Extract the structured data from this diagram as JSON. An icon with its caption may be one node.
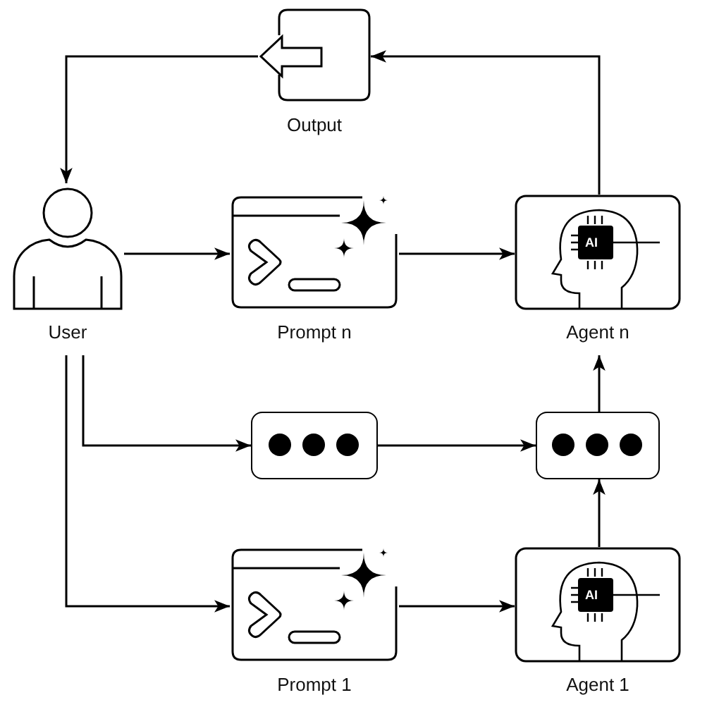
{
  "diagram": {
    "nodes": [
      {
        "text": [
          "Output"
        ]
      },
      {
        "text": [
          "User"
        ]
      },
      {
        "text": [
          "Prompt n"
        ]
      },
      {
        "text": [
          "Agent n"
        ]
      },
      {
        "text": [],
        "shape": "box"
      },
      {
        "text": [],
        "shape": "box"
      },
      {
        "text": [
          "Prompt 1"
        ]
      },
      {
        "text": [
          "Agent 1"
        ]
      }
    ],
    "edges": [
      {
        "from": 0,
        "to": 1,
        "arrow": "to"
      },
      {
        "from": 1,
        "to": 2,
        "arrow": "to"
      },
      {
        "from": 2,
        "to": 3,
        "arrow": "to"
      },
      {
        "from": 3,
        "to": 0,
        "arrow": "to"
      },
      {
        "from": 1,
        "to": 4,
        "arrow": "to"
      },
      {
        "from": 1,
        "to": 6,
        "arrow": "to"
      },
      {
        "from": 4,
        "to": 5,
        "arrow": "to"
      },
      {
        "from": 5,
        "to": 3,
        "arrow": "to"
      },
      {
        "from": 6,
        "to": 7,
        "arrow": "to"
      },
      {
        "from": 7,
        "to": 5,
        "arrow": "to"
      }
    ],
    "labels": [
      "AI",
      "AI"
    ]
  }
}
